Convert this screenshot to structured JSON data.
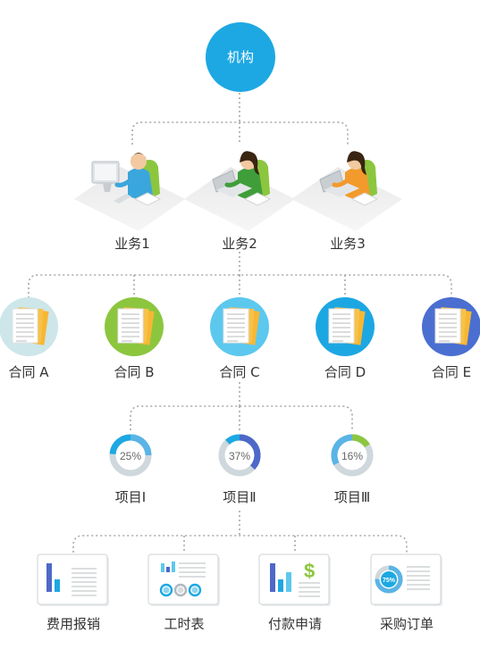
{
  "root": {
    "label": "机构",
    "color": "#1da8e3"
  },
  "business": [
    {
      "label": "业务1",
      "shirt": "#3aa6dc"
    },
    {
      "label": "业务2",
      "shirt": "#3f9e3a"
    },
    {
      "label": "业务3",
      "shirt": "#f39a2c"
    }
  ],
  "contracts": [
    {
      "label": "合同 A",
      "color": "#cde6ea"
    },
    {
      "label": "合同 B",
      "color": "#8cc63f"
    },
    {
      "label": "合同 C",
      "color": "#5cc8ee"
    },
    {
      "label": "合同 D",
      "color": "#1ca7e3"
    },
    {
      "label": "合同 E",
      "color": "#4a6fd1"
    }
  ],
  "projects": [
    {
      "label": "项目Ⅰ",
      "percent_text": "25%",
      "percent": 25,
      "accent": "#5ab4e5"
    },
    {
      "label": "项目Ⅱ",
      "percent_text": "37%",
      "percent": 37,
      "accent": "#4e68c8"
    },
    {
      "label": "项目Ⅲ",
      "percent_text": "16%",
      "percent": 16,
      "accent": "#8cc63f"
    }
  ],
  "documents": [
    {
      "label": "费用报销",
      "icon": "bar-chart-document-icon"
    },
    {
      "label": "工时表",
      "icon": "timesheet-document-icon"
    },
    {
      "label": "付款申请",
      "icon": "dollar-document-icon"
    },
    {
      "label": "采购订单",
      "icon": "percent-document-icon",
      "badge": "75%"
    }
  ],
  "colors": {
    "connector": "#9a9a9a",
    "paper": "#ffffff",
    "paper_back": "#f7b733"
  }
}
